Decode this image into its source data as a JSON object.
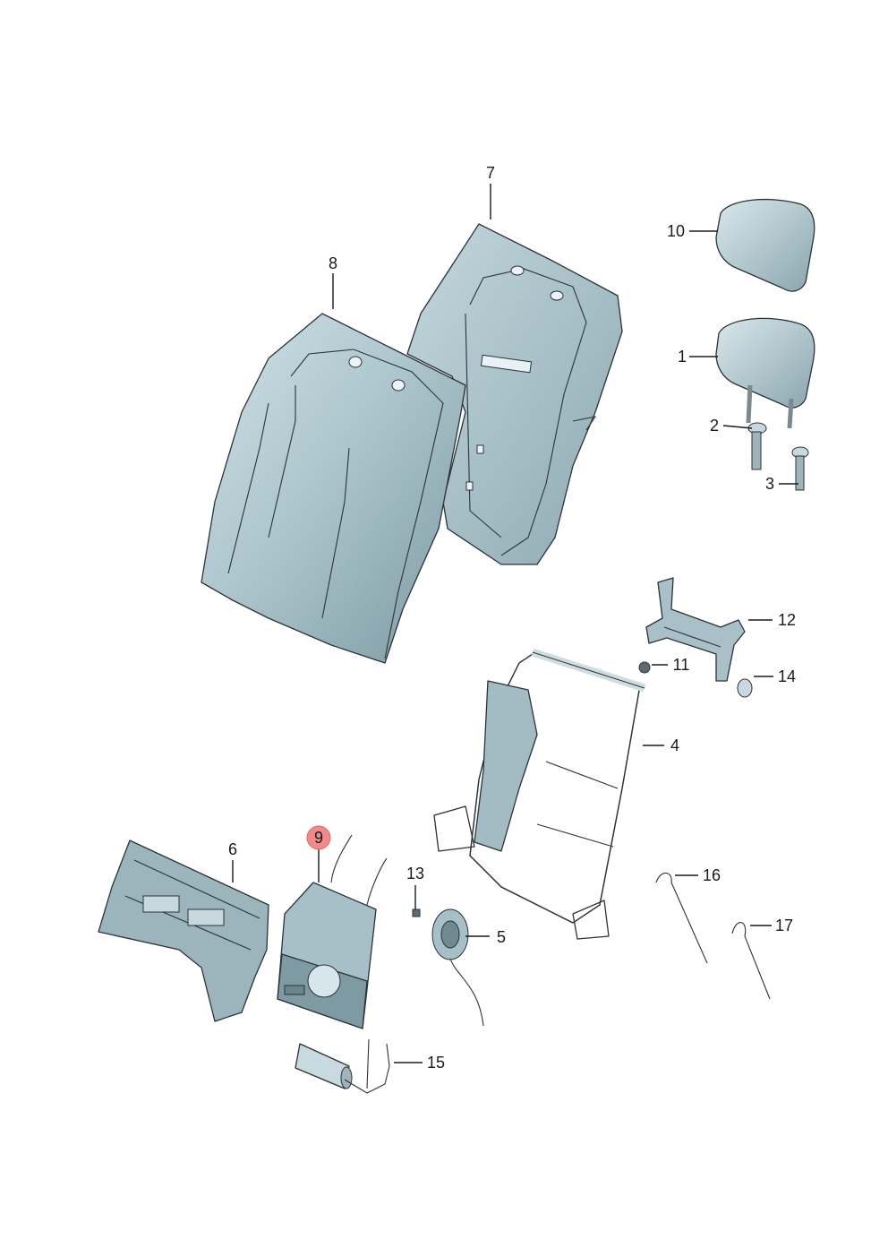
{
  "diagram": {
    "callouts": [
      {
        "id": "c1",
        "label": "1"
      },
      {
        "id": "c2",
        "label": "2"
      },
      {
        "id": "c3",
        "label": "3"
      },
      {
        "id": "c4",
        "label": "4"
      },
      {
        "id": "c5",
        "label": "5"
      },
      {
        "id": "c6",
        "label": "6"
      },
      {
        "id": "c7",
        "label": "7"
      },
      {
        "id": "c8",
        "label": "8"
      },
      {
        "id": "c9",
        "label": "9",
        "highlighted": true
      },
      {
        "id": "c10",
        "label": "10"
      },
      {
        "id": "c11",
        "label": "11"
      },
      {
        "id": "c12",
        "label": "12"
      },
      {
        "id": "c13",
        "label": "13"
      },
      {
        "id": "c14",
        "label": "14"
      },
      {
        "id": "c15",
        "label": "15"
      },
      {
        "id": "c16",
        "label": "16"
      },
      {
        "id": "c17",
        "label": "17"
      }
    ],
    "colors": {
      "part_fill_light": "#b9d0d8",
      "part_fill_mid": "#9fb8c1",
      "part_fill_dark": "#7f9aa3",
      "outline": "#2b3338",
      "highlight": "#f08a8a"
    }
  }
}
